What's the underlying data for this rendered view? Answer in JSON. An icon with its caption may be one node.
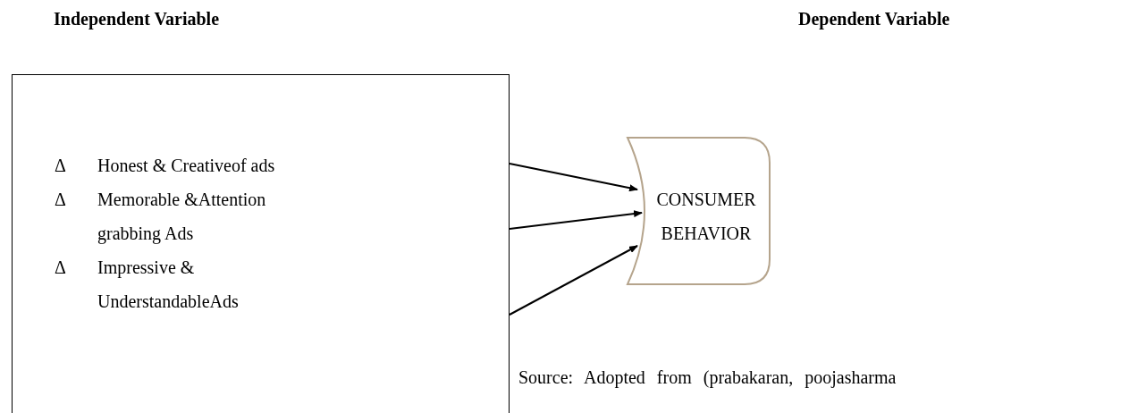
{
  "diagram": {
    "nodes": [
      {
        "text": [],
        "shape": "box"
      },
      {
        "text": [
          "Δ",
          "Honest & Creativeof ads"
        ],
        "in": 0
      },
      {
        "text": [
          "Δ",
          "Memorable &Attention grabbing Ads"
        ],
        "in": 0
      },
      {
        "text": [
          "Δ",
          "Impressive & UnderstandableAds"
        ],
        "in": 0
      },
      {
        "text": [
          "CONSUMER BEHAVIOR"
        ]
      }
    ],
    "edges": [
      {
        "from": 0,
        "to": 4,
        "arrow": "to"
      },
      {
        "from": 0,
        "to": 4,
        "arrow": "to"
      },
      {
        "from": 0,
        "to": 4,
        "arrow": "to"
      }
    ],
    "labels": [
      "Independent Variable",
      "Dependent Variable",
      "Source: Adopted from (prabakaran, poojasharma"
    ]
  }
}
